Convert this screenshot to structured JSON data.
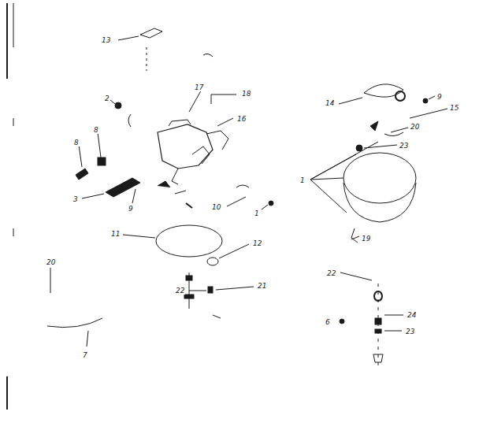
{
  "diagram": {
    "labels": [
      "13",
      "2",
      "17",
      "18",
      "16",
      "8",
      "8",
      "3",
      "9",
      "10",
      "1",
      "11",
      "12",
      "20",
      "22",
      "21",
      "7",
      "14",
      "9",
      "15",
      "20",
      "23",
      "1",
      "19",
      "22",
      "6",
      "24",
      "23"
    ]
  }
}
